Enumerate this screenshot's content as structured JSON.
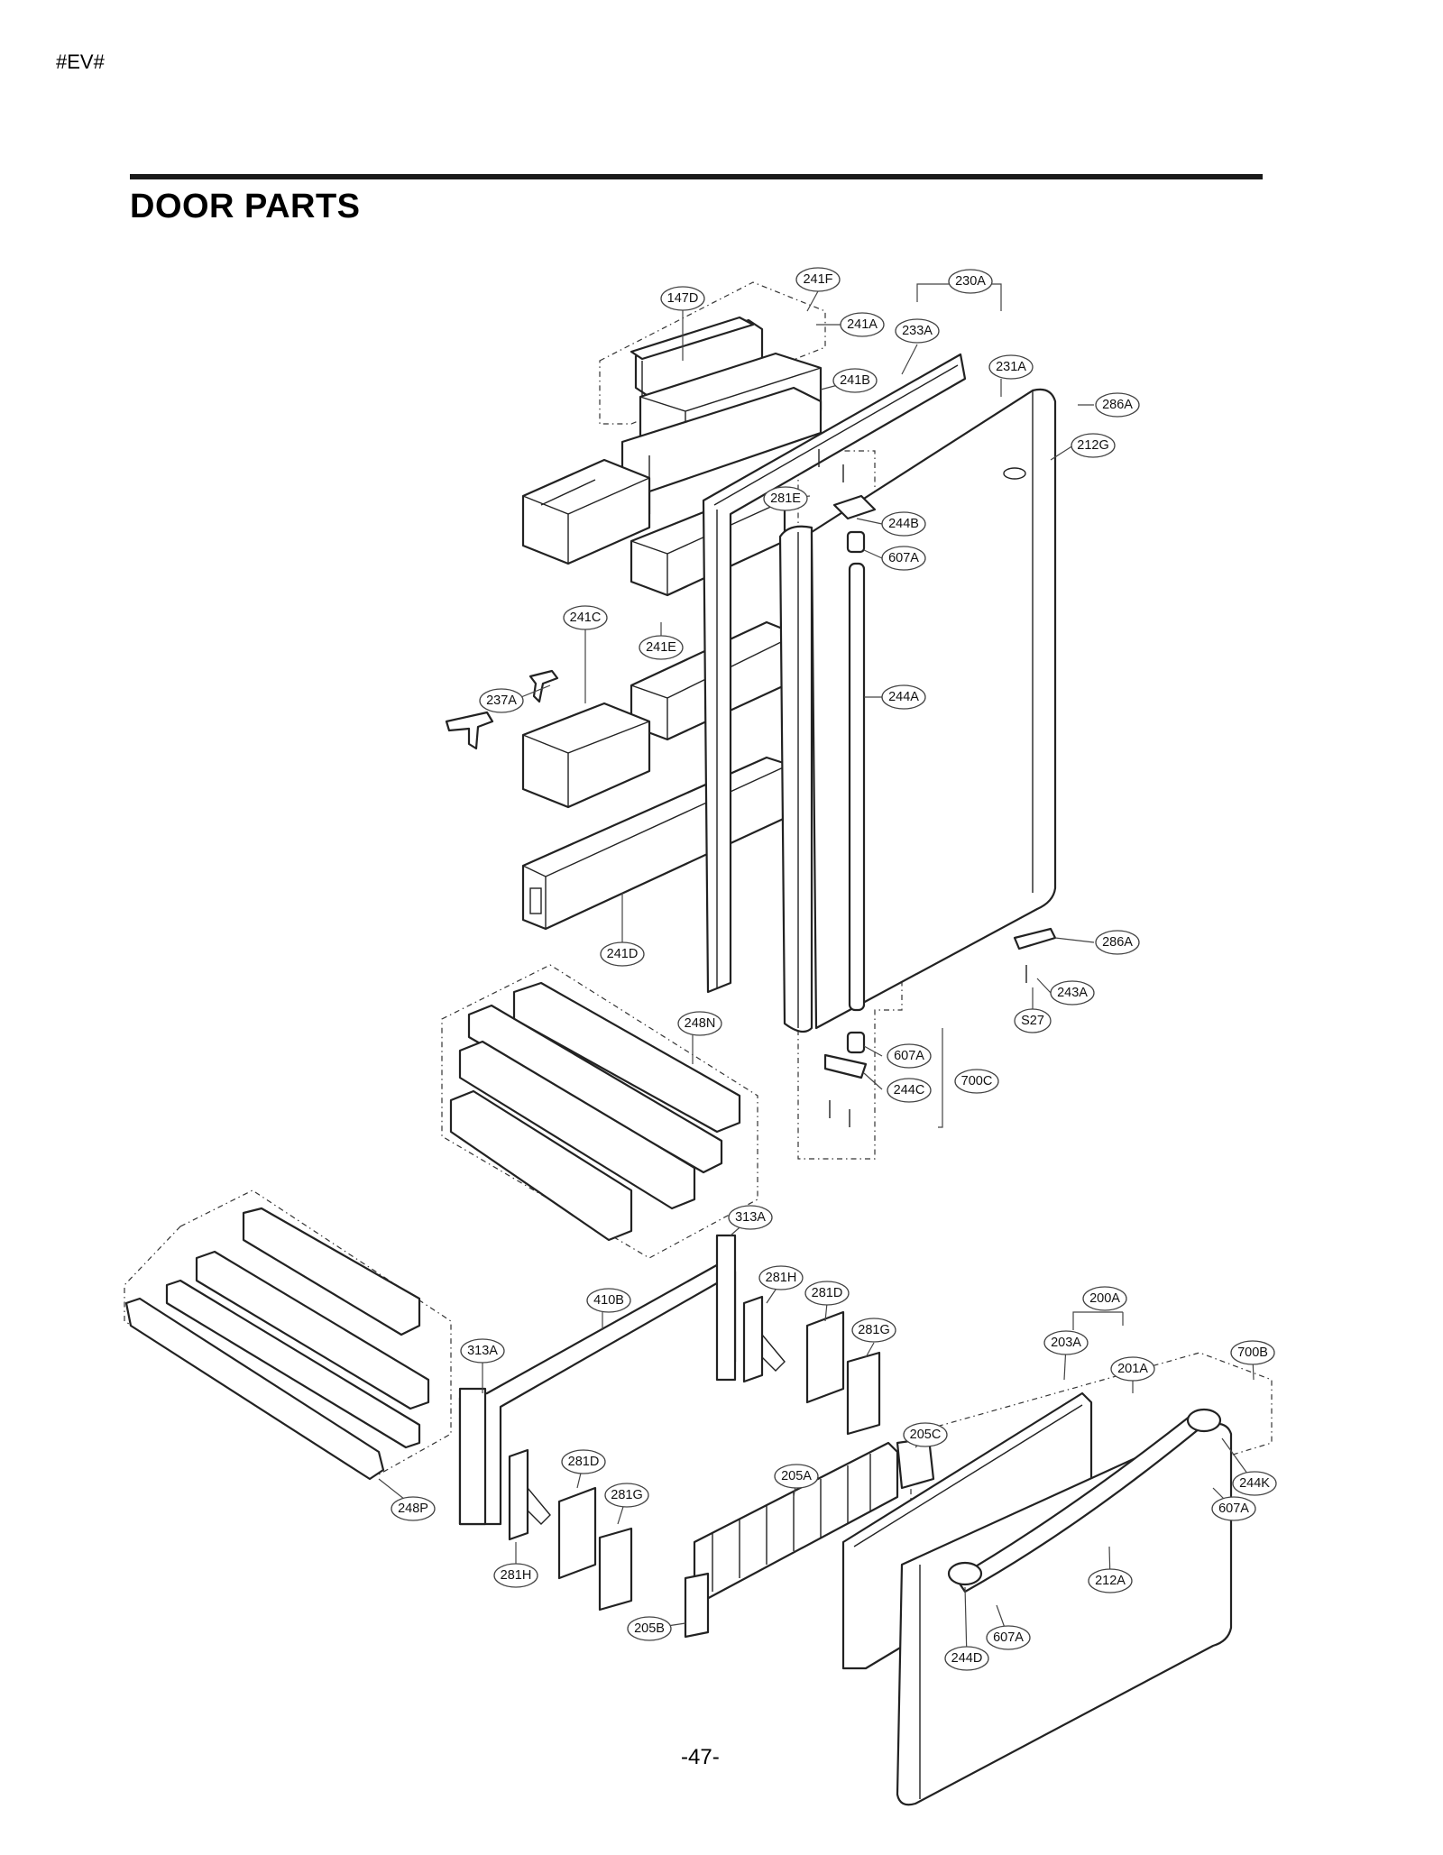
{
  "header": {
    "mark": "#EV#"
  },
  "title": "DOOR PARTS",
  "page_number": "-47-",
  "callouts": [
    {
      "id": "c147D",
      "label": "147D"
    },
    {
      "id": "c241F",
      "label": "241F"
    },
    {
      "id": "c230A",
      "label": "230A"
    },
    {
      "id": "c241A",
      "label": "241A"
    },
    {
      "id": "c233A",
      "label": "233A"
    },
    {
      "id": "c231A",
      "label": "231A"
    },
    {
      "id": "c241B",
      "label": "241B"
    },
    {
      "id": "c286A_top",
      "label": "286A"
    },
    {
      "id": "c212G",
      "label": "212G"
    },
    {
      "id": "c281E",
      "label": "281E"
    },
    {
      "id": "c244B",
      "label": "244B"
    },
    {
      "id": "c607A_1",
      "label": "607A"
    },
    {
      "id": "c241C",
      "label": "241C"
    },
    {
      "id": "c241E",
      "label": "241E"
    },
    {
      "id": "c237A",
      "label": "237A"
    },
    {
      "id": "c244A",
      "label": "244A"
    },
    {
      "id": "c241D",
      "label": "241D"
    },
    {
      "id": "c286A_bot",
      "label": "286A"
    },
    {
      "id": "c243A",
      "label": "243A"
    },
    {
      "id": "cS27",
      "label": "S27"
    },
    {
      "id": "c248N",
      "label": "248N"
    },
    {
      "id": "c607A_2",
      "label": "607A"
    },
    {
      "id": "c700C",
      "label": "700C"
    },
    {
      "id": "c244C",
      "label": "244C"
    },
    {
      "id": "c313A_1",
      "label": "313A"
    },
    {
      "id": "c281H_1",
      "label": "281H"
    },
    {
      "id": "c281D_1",
      "label": "281D"
    },
    {
      "id": "c410B",
      "label": "410B"
    },
    {
      "id": "c200A",
      "label": "200A"
    },
    {
      "id": "c281G_1",
      "label": "281G"
    },
    {
      "id": "c313A_2",
      "label": "313A"
    },
    {
      "id": "c203A",
      "label": "203A"
    },
    {
      "id": "c201A",
      "label": "201A"
    },
    {
      "id": "c700B",
      "label": "700B"
    },
    {
      "id": "c205C",
      "label": "205C"
    },
    {
      "id": "c281D_2",
      "label": "281D"
    },
    {
      "id": "c205A",
      "label": "205A"
    },
    {
      "id": "c244K",
      "label": "244K"
    },
    {
      "id": "c281G_2",
      "label": "281G"
    },
    {
      "id": "c248P",
      "label": "248P"
    },
    {
      "id": "c607A_3",
      "label": "607A"
    },
    {
      "id": "c281H_2",
      "label": "281H"
    },
    {
      "id": "c212A",
      "label": "212A"
    },
    {
      "id": "c205B",
      "label": "205B"
    },
    {
      "id": "c607A_4",
      "label": "607A"
    },
    {
      "id": "c244D",
      "label": "244D"
    }
  ]
}
